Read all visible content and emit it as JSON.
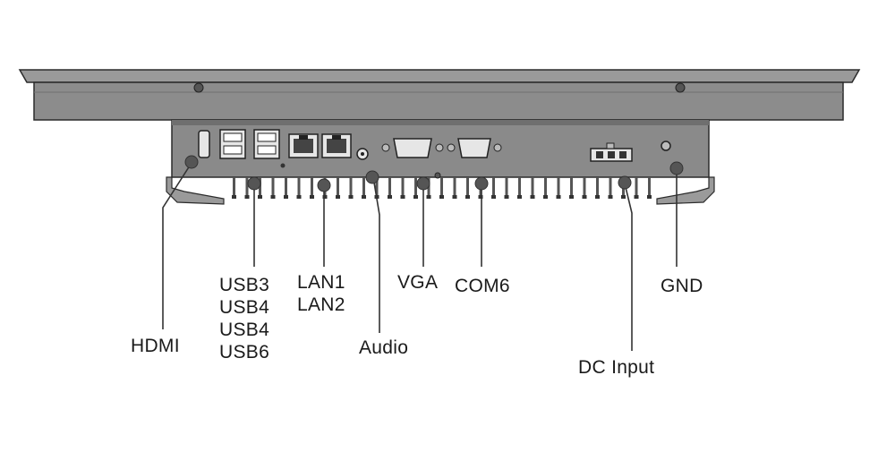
{
  "diagram": {
    "subject": "panel PC bottom I/O view",
    "colors": {
      "panel_fill": "#8c8c8c",
      "panel_dark": "#5f5f5f",
      "outline": "#2b2b2b",
      "port_fill": "#e6e6e6",
      "leader_line": "#333333",
      "label_text": "#1a1a1a",
      "background": "#ffffff"
    },
    "labels": {
      "hdmi": "HDMI",
      "usb": [
        "USB3",
        "USB4",
        "USB4",
        "USB6"
      ],
      "lan": [
        "LAN1",
        "LAN2"
      ],
      "audio": "Audio",
      "vga": "VGA",
      "com": "COM6",
      "dc": "DC Input",
      "gnd": "GND"
    }
  }
}
